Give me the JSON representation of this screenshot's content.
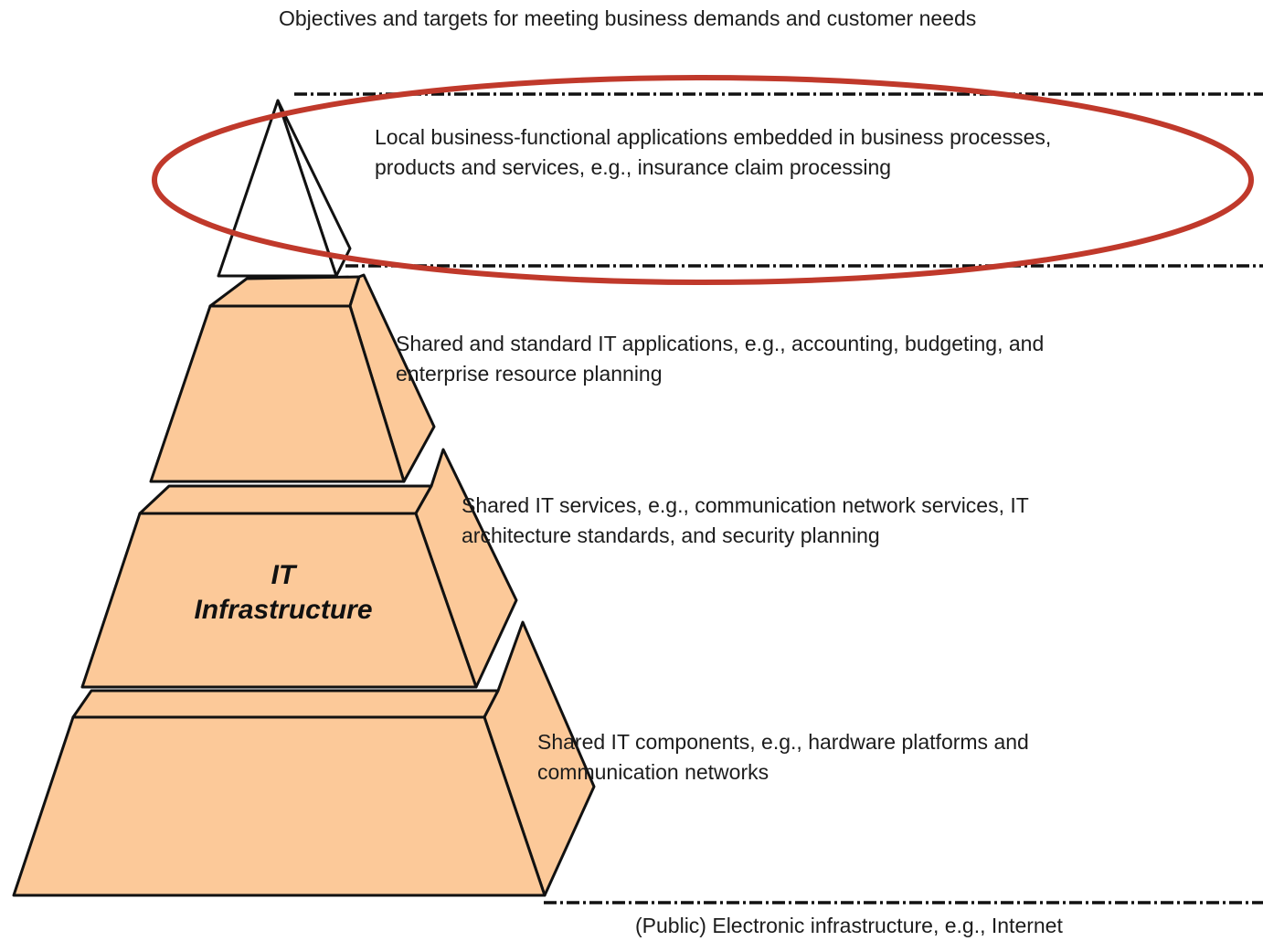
{
  "colors": {
    "block_fill": "#fcc999",
    "block_stroke": "#111111",
    "highlight_ellipse": "#c0392b",
    "dashed_line": "#111111",
    "text": "#1c1c1c"
  },
  "top_caption": "Objectives and targets for meeting business demands and customer needs",
  "layers": {
    "local": {
      "lines": [
        "Local business-functional applications embedded in business processes,",
        "products and services, e.g., insurance claim processing"
      ]
    },
    "applications": {
      "lines": [
        "Shared and standard IT applications, e.g., accounting, budgeting, and",
        "enterprise resource planning"
      ]
    },
    "services": {
      "lines": [
        "Shared IT services, e.g., communication network services, IT",
        "architecture standards, and security planning"
      ]
    },
    "components": {
      "lines": [
        "Shared IT components, e.g., hardware platforms and",
        "communication networks"
      ]
    }
  },
  "infrastructure_label": {
    "line1": "IT",
    "line2": "Infrastructure"
  },
  "bottom_caption": "(Public) Electronic infrastructure, e.g., Internet"
}
